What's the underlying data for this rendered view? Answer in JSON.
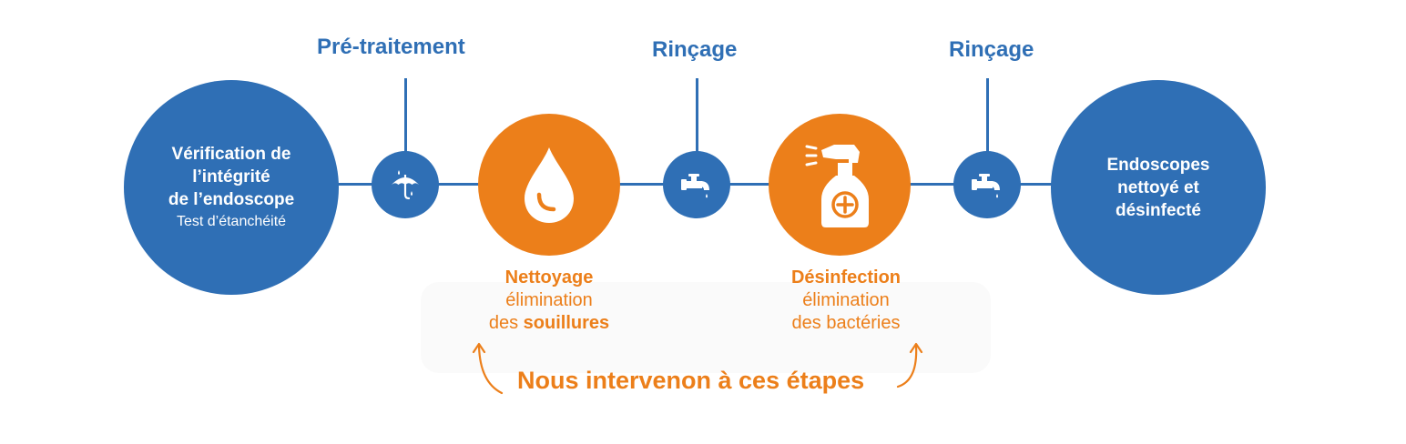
{
  "steps": {
    "pretraitement": "Pré-traitement",
    "rincage1": "Rinçage",
    "rincage2": "Rinçage"
  },
  "start": {
    "line1": "Vérification de",
    "line2": "l’intégrité",
    "line3": "de l’endoscope",
    "sub": "Test d’étanchéité"
  },
  "end": {
    "line1": "Endoscopes",
    "line2": "nettoyé et",
    "line3": "désinfecté"
  },
  "nettoyage": {
    "title": "Nettoyage",
    "line2": "élimination",
    "line3_prefix": "des ",
    "line3_bold": "souillures"
  },
  "desinfection": {
    "title": "Désinfection",
    "line2": "élimination",
    "line3": "des bactéries"
  },
  "footer": {
    "text": "Nous intervenon à ces étapes"
  },
  "colors": {
    "blue": "#2f6fb5",
    "orange": "#ec7f1a"
  },
  "icons": [
    "umbrella-rain-icon",
    "water-drop-icon",
    "faucet-icon",
    "spray-bottle-icon",
    "faucet-icon"
  ]
}
